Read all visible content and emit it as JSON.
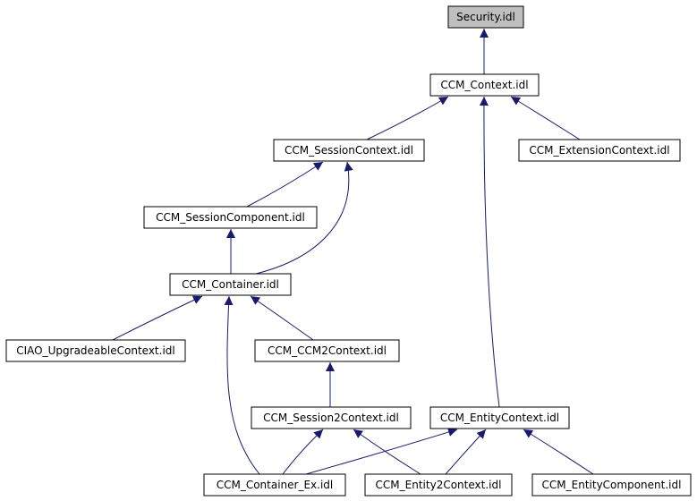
{
  "diagram": {
    "root_fill": "#bfbfbf",
    "node_fill": "#ffffff",
    "border_color": "#000000",
    "edge_color": "#191970",
    "nodes": {
      "security": "Security.idl",
      "ccm_context": "CCM_Context.idl",
      "ccm_session_context": "CCM_SessionContext.idl",
      "ccm_extension_context": "CCM_ExtensionContext.idl",
      "ccm_session_component": "CCM_SessionComponent.idl",
      "ccm_container": "CCM_Container.idl",
      "ciao_upgradeable_context": "CIAO_UpgradeableContext.idl",
      "ccm_ccm2context": "CCM_CCM2Context.idl",
      "ccm_session2context": "CCM_Session2Context.idl",
      "ccm_entity_context": "CCM_EntityContext.idl",
      "ccm_container_ex": "CCM_Container_Ex.idl",
      "ccm_entity2context": "CCM_Entity2Context.idl",
      "ccm_entity_component": "CCM_EntityComponent.idl"
    },
    "edges": [
      {
        "from": "ccm_context",
        "to": "security"
      },
      {
        "from": "ccm_session_context",
        "to": "ccm_context"
      },
      {
        "from": "ccm_extension_context",
        "to": "ccm_context"
      },
      {
        "from": "ccm_entity_context",
        "to": "ccm_context"
      },
      {
        "from": "ccm_session_component",
        "to": "ccm_session_context"
      },
      {
        "from": "ccm_container",
        "to": "ccm_session_context"
      },
      {
        "from": "ccm_container",
        "to": "ccm_session_component"
      },
      {
        "from": "ciao_upgradeable_context",
        "to": "ccm_container"
      },
      {
        "from": "ccm_ccm2context",
        "to": "ccm_container"
      },
      {
        "from": "ccm_container_ex",
        "to": "ccm_container"
      },
      {
        "from": "ccm_session2context",
        "to": "ccm_ccm2context"
      },
      {
        "from": "ccm_container_ex",
        "to": "ccm_session2context"
      },
      {
        "from": "ccm_entity2context",
        "to": "ccm_session2context"
      },
      {
        "from": "ccm_container_ex",
        "to": "ccm_entity_context"
      },
      {
        "from": "ccm_entity2context",
        "to": "ccm_entity_context"
      },
      {
        "from": "ccm_entity_component",
        "to": "ccm_entity_context"
      }
    ]
  }
}
